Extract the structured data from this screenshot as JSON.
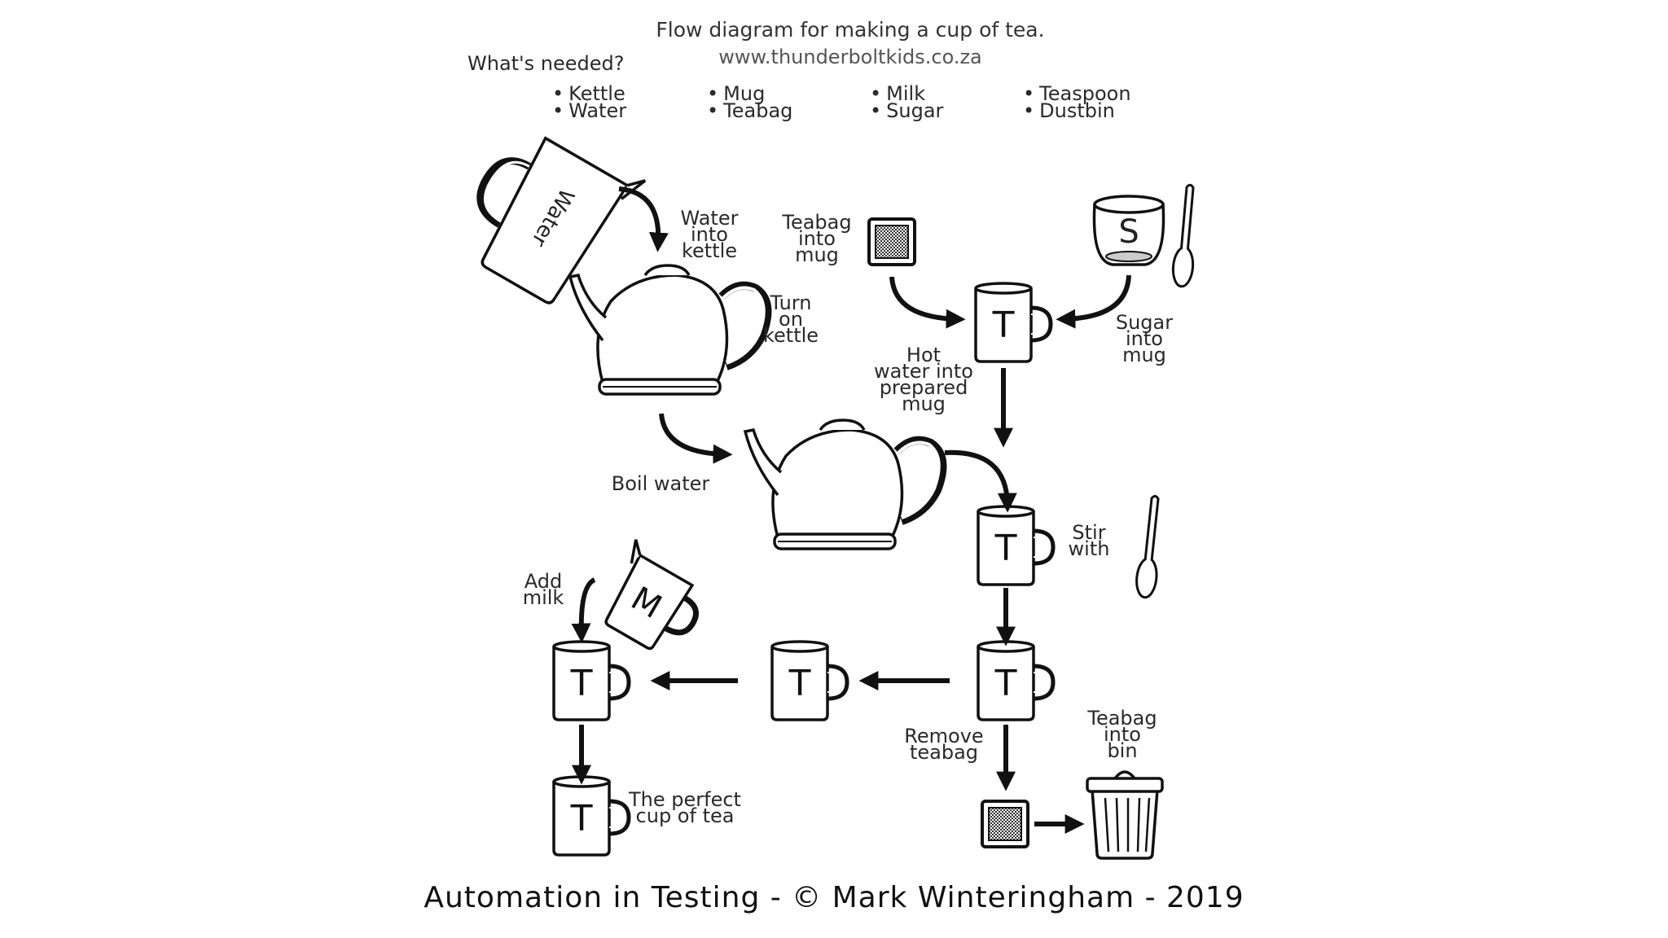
{
  "header": {
    "title": "Flow diagram for making a cup of tea.",
    "website": "www.thunderboltkids.co.za",
    "needed_heading": "What's needed?"
  },
  "needed": [
    [
      "Kettle",
      "Water"
    ],
    [
      "Mug",
      "Teabag"
    ],
    [
      "Milk",
      "Sugar"
    ],
    [
      "Teaspoon",
      "Dustbin"
    ]
  ],
  "steps": {
    "water_into_kettle": [
      "Water",
      "into",
      "kettle"
    ],
    "turn_on_kettle": [
      "Turn",
      "on",
      "kettle"
    ],
    "boil_water": [
      "Boil water"
    ],
    "teabag_into_mug": [
      "Teabag",
      "into",
      "mug"
    ],
    "sugar_into_mug": [
      "Sugar",
      "into",
      "mug"
    ],
    "hot_water_into_mug": [
      "Hot",
      "water into",
      "prepared",
      "mug"
    ],
    "stir_with": [
      "Stir",
      "with"
    ],
    "add_milk": [
      "Add",
      "milk"
    ],
    "remove_teabag": [
      "Remove",
      "teabag"
    ],
    "teabag_into_bin": [
      "Teabag",
      "into",
      "bin"
    ],
    "perfect_cup": [
      "The perfect",
      "cup of tea"
    ]
  },
  "icon_text": {
    "jug": "Water",
    "mug": "T",
    "sugar": "S",
    "milk": "M"
  },
  "footer": "Automation in Testing - © Mark Winteringham - 2019",
  "colors": {
    "ink": "#111111",
    "text": "#2a2a2a",
    "background": "#ffffff"
  }
}
